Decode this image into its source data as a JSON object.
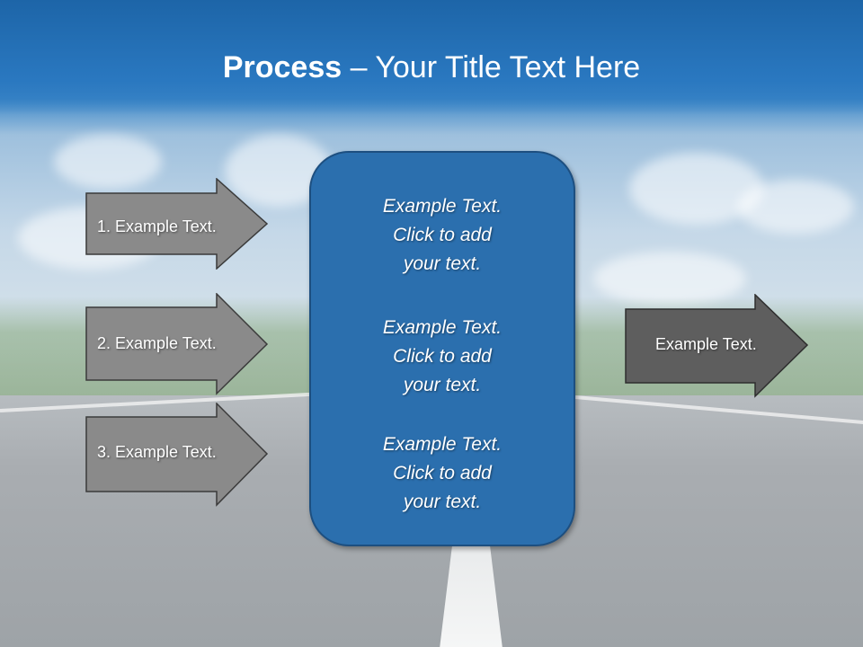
{
  "title": {
    "bold": "Process",
    "rest": " – Your Title Text Here"
  },
  "left_arrows": [
    {
      "label": "1. Example Text."
    },
    {
      "label": "2. Example Text."
    },
    {
      "label": "3. Example Text."
    }
  ],
  "center_box": {
    "items": [
      {
        "line1": "Example Text.",
        "line2": "Click  to add",
        "line3": "your text."
      },
      {
        "line1": "Example Text.",
        "line2": "Click  to add",
        "line3": "your text."
      },
      {
        "line1": "Example Text.",
        "line2": "Click  to add",
        "line3": "your text."
      }
    ]
  },
  "right_arrow": {
    "label": "Example Text."
  },
  "colors": {
    "title_bar": "#2a78c0",
    "center_box": "#2b6fae",
    "left_arrow_fill": "#8a8a8a",
    "right_arrow_fill": "#5e5e5e"
  }
}
